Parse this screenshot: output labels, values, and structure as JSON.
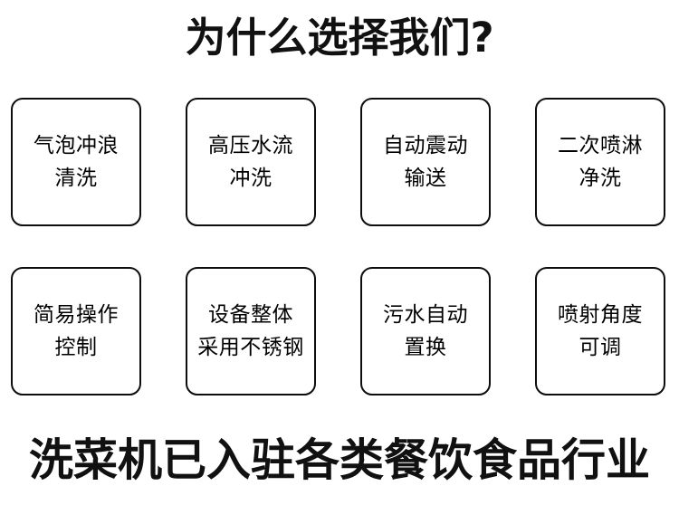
{
  "page": {
    "title": "为什么选择我们?",
    "footer": "洗菜机已入驻各类餐饮食品行业",
    "background_color": "#ffffff",
    "text_color": "#000000",
    "border_color": "#0d0d0d"
  },
  "features": {
    "rows": [
      {
        "cards": [
          {
            "label": "气泡冲浪\n清洗"
          },
          {
            "label": "高压水流\n冲洗"
          },
          {
            "label": "自动震动\n输送"
          },
          {
            "label": "二次喷淋\n净洗"
          }
        ]
      },
      {
        "cards": [
          {
            "label": "简易操作\n控制"
          },
          {
            "label": "设备整体\n采用不锈钢"
          },
          {
            "label": "污水自动\n置换"
          },
          {
            "label": "喷射角度\n可调"
          }
        ]
      }
    ]
  }
}
